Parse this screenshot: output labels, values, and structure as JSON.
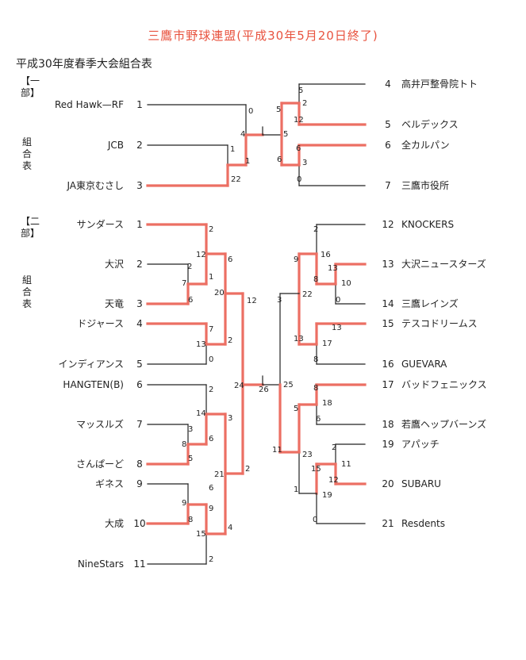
{
  "header": {
    "title": "三鷹市野球連盟(平成30年5月20日終了)",
    "subtitle": "平成30年度春季大会組合表"
  },
  "colors": {
    "title": "#e8533f",
    "winner_line": "#ec6f63",
    "line": "#222222"
  },
  "division1": {
    "label_top": "【一部】",
    "label_bottom": "組合表",
    "left_teams": [
      {
        "name": "Red Hawk—RF",
        "seed": "1"
      },
      {
        "name": "JCB",
        "seed": "2"
      },
      {
        "name": "JA東京むさし",
        "seed": "3"
      }
    ],
    "right_teams": [
      {
        "seed": "4",
        "name": "高井戸整骨院トト"
      },
      {
        "seed": "5",
        "name": "ベルデックス"
      },
      {
        "seed": "6",
        "name": "全カルパン"
      },
      {
        "seed": "7",
        "name": "三鷹市役所"
      }
    ],
    "scores": [
      "0",
      "4",
      "1",
      "1",
      "22",
      "5",
      "5",
      "2",
      "12",
      "6",
      "3",
      "0",
      "6",
      "5"
    ]
  },
  "division2": {
    "label_top": "【二部】",
    "label_bottom": "組合表",
    "left_teams": [
      {
        "name": "サンダース",
        "seed": "1"
      },
      {
        "name": "大沢",
        "seed": "2"
      },
      {
        "name": "天竜",
        "seed": "3"
      },
      {
        "name": "ドジャース",
        "seed": "4"
      },
      {
        "name": "インディアンス",
        "seed": "5"
      },
      {
        "name": "HANGTEN(B)",
        "seed": "6"
      },
      {
        "name": "マッスルズ",
        "seed": "7"
      },
      {
        "name": "さんぱーど",
        "seed": "8"
      },
      {
        "name": "ギネス",
        "seed": "9"
      },
      {
        "name": "大成",
        "seed": "10"
      },
      {
        "name": "NineStars",
        "seed": "11"
      }
    ],
    "right_teams": [
      {
        "seed": "12",
        "name": "KNOCKERS"
      },
      {
        "seed": "13",
        "name": "大沢ニュースターズ"
      },
      {
        "seed": "14",
        "name": "三鷹レインズ"
      },
      {
        "seed": "15",
        "name": "テスコドリームス"
      },
      {
        "seed": "16",
        "name": "GUEVARA"
      },
      {
        "seed": "17",
        "name": "バッドフェニックス"
      },
      {
        "seed": "18",
        "name": "若鷹ヘップバーンズ"
      },
      {
        "seed": "19",
        "name": "アパッチ"
      },
      {
        "seed": "20",
        "name": "SUBARU"
      },
      {
        "seed": "21",
        "name": "Resdents"
      }
    ],
    "scores": [
      "2",
      "12",
      "1",
      "7",
      "2",
      "6",
      "6",
      "20",
      "12",
      "7",
      "13",
      "2",
      "0",
      "24",
      "26",
      "2",
      "3",
      "14",
      "8",
      "6",
      "5",
      "3",
      "21",
      "2",
      "6",
      "9",
      "9",
      "8",
      "15",
      "4",
      "2",
      "25",
      "3",
      "9",
      "22",
      "2",
      "16",
      "8",
      "13",
      "10",
      "0",
      "13",
      "13",
      "17",
      "8",
      "11",
      "23",
      "5",
      "8",
      "18",
      "6",
      "15",
      "19",
      "1",
      "2",
      "11",
      "12",
      "0"
    ]
  }
}
